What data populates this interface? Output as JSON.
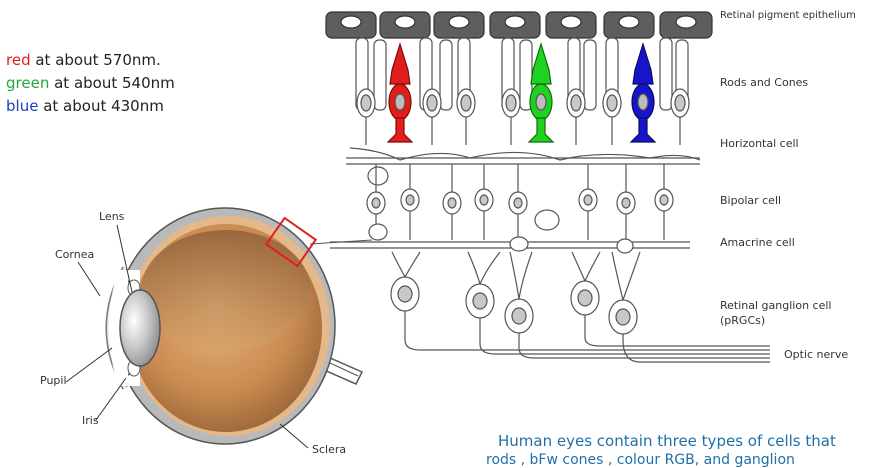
{
  "wavelengths": [
    {
      "color_name": "red",
      "rest": " at about 570nm.",
      "color": "#e32020"
    },
    {
      "color_name": "green",
      "rest": " at about 540nm",
      "color": "#22a83a"
    },
    {
      "color_name": "blue",
      "rest": " at about 430nm",
      "color": "#1c3fc0"
    }
  ],
  "eye_labels": {
    "lens": "Lens",
    "cornea": "Cornea",
    "pupil": "Pupil",
    "iris": "Iris",
    "sclera": "Sclera"
  },
  "retina_labels": {
    "pigment_epithelium": "Retinal pigment epithelium",
    "rods_cones": "Rods and Cones",
    "horizontal": "Horizontal cell",
    "bipolar": "Bipolar cell",
    "amacrine": "Amacrine cell",
    "ganglion_1": "Retinal ganglion cell",
    "ganglion_2": "(pRGCs)",
    "optic_nerve": "Optic nerve"
  },
  "caption": {
    "line1": "Human eyes contain three types of cells that",
    "line2": "rods , bFw  cones , colour RGB, and ganglion"
  },
  "colors": {
    "red_cone": "#e21b1b",
    "green_cone": "#1fd21f",
    "blue_cone": "#1616c8",
    "eye_fill": "#d9a36a",
    "highlight_box": "#e02020",
    "caption": "#1f6fa8"
  }
}
